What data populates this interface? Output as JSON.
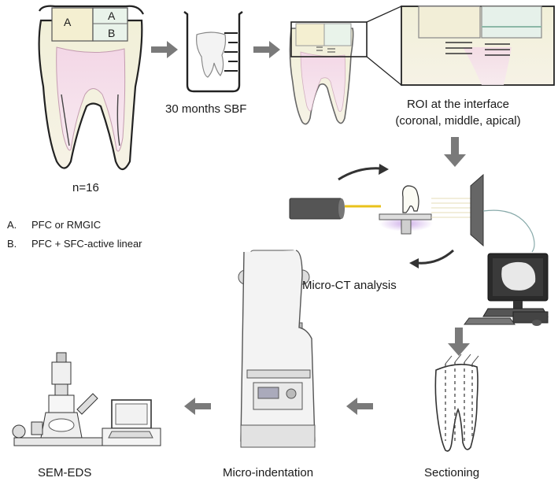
{
  "tooth": {
    "crown_left_label": "A",
    "crown_right_top_label": "A",
    "crown_right_bottom_label": "B"
  },
  "steps": {
    "sample_count": "n=16",
    "storage": "30 months SBF",
    "roi_line1": "ROI at the interface",
    "roi_line2": "(coronal, middle, apical)",
    "micro_ct": "Micro-CT analysis",
    "sectioning": "Sectioning",
    "micro_indentation": "Micro-indentation",
    "sem_eds": "SEM-EDS"
  },
  "legend": [
    {
      "key": "A.",
      "text": "PFC or RMGIC"
    },
    {
      "key": "B.",
      "text": "PFC + SFC-active linear"
    }
  ]
}
